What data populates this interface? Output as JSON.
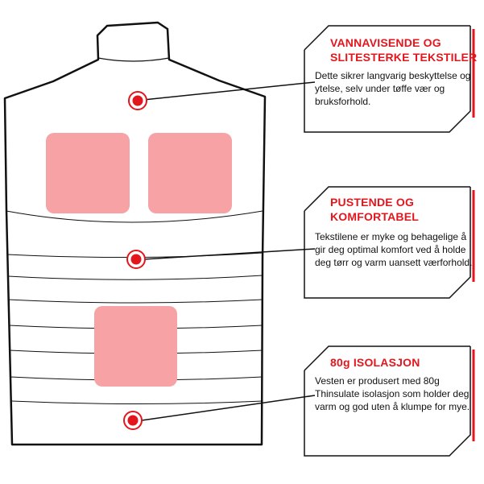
{
  "callouts": [
    {
      "title": "VANNAVISENDE OG SLITESTERKE TEKSTILER",
      "body": "Dette sikrer langvarig beskyttelse og ytelse, selv under tøffe vær og bruksforhold."
    },
    {
      "title": "PUSTENDE OG KOMFORTABEL",
      "body": "Tekstilene er myke og behagelige å gir deg optimal komfort ved å holde deg tørr og varm uansett værforhold."
    },
    {
      "title": "80g ISOLASJON",
      "body": "Vesten er produsert med 80g Thinsulate isolasjon som holder deg varm og god uten å klumpe for mye."
    }
  ],
  "icons": {
    "marker": "red-dot-marker-icon",
    "vest": "vest-back-outline-icon"
  },
  "colors": {
    "accent": "#e3161d",
    "panel": "#f7a3a5",
    "outline": "#111111"
  }
}
